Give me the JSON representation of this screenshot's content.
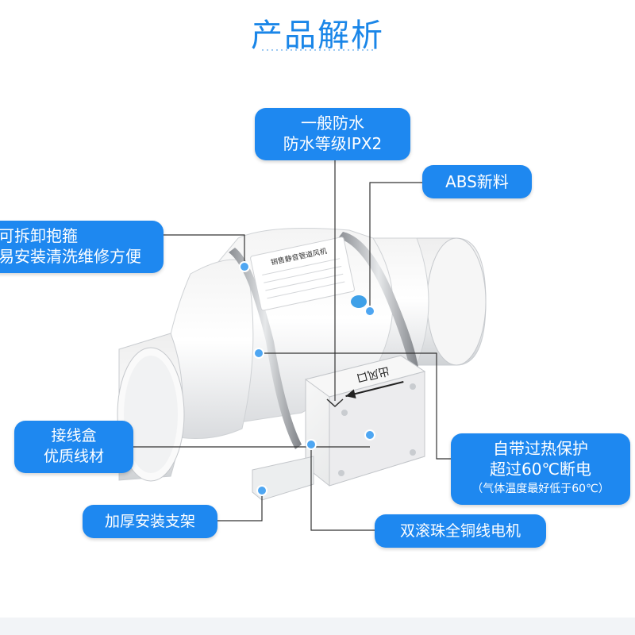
{
  "title": "产品解析",
  "callouts": {
    "waterproof": {
      "line1": "一般防水",
      "line2": "防水等级IPX2"
    },
    "abs": {
      "line1": "ABS新料"
    },
    "clamp": {
      "line1": "可拆卸抱箍",
      "line2": "易安装清洗维修方便"
    },
    "junction_box": {
      "line1": "接线盒",
      "line2": "优质线材"
    },
    "bracket": {
      "line1": "加厚安装支架"
    },
    "motor": {
      "line1": "双滚珠全铜线电机"
    },
    "overheat": {
      "line1": "自带过热保护",
      "line2": "超过60℃断电",
      "line3": "（气体温度最好低于60℃）"
    }
  },
  "product": {
    "label_title": "销售静音管道风机",
    "box_text": "出风口"
  },
  "colors": {
    "accent": "#1e88f0",
    "title": "#1a86e8",
    "dot": "#4ea6f2"
  }
}
